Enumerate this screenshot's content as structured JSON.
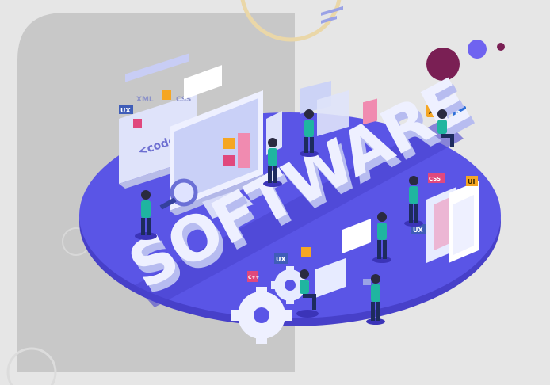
{
  "illustration": {
    "headline": "SOFTWARE",
    "code_tag": "<code/>",
    "labels": {
      "ux_top": "UX",
      "xml": "XML",
      "css_top": "CSS",
      "ai": "Ai",
      "ps": "Ps",
      "ui_icon": "UI",
      "css_mid": "CSS",
      "ux_right": "UX",
      "ux_bottom": "UX",
      "cpp": "C++"
    },
    "colors": {
      "background": "#e6e6e6",
      "panel": "#c9c9c9",
      "platform": "#5a55e6",
      "platform_dark": "#4740c9",
      "letters": "#eef0ff",
      "figure_shirt": "#1fb5a0",
      "dot_maroon": "#7a1f54",
      "dot_purple": "#6f63f0",
      "ring": "#ead7a8"
    }
  }
}
